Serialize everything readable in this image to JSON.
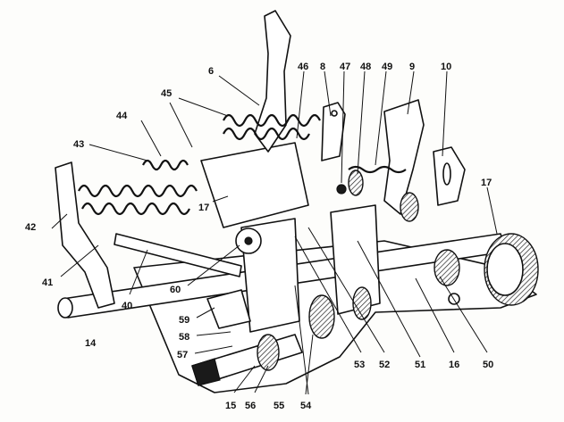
{
  "labels": [
    {
      "id": "l6",
      "text": "6"
    },
    {
      "id": "l45",
      "text": "45"
    },
    {
      "id": "l44",
      "text": "44"
    },
    {
      "id": "l43",
      "text": "43"
    },
    {
      "id": "l46",
      "text": "46"
    },
    {
      "id": "l8",
      "text": "8"
    },
    {
      "id": "l47",
      "text": "47"
    },
    {
      "id": "l48",
      "text": "48"
    },
    {
      "id": "l49",
      "text": "49"
    },
    {
      "id": "l9",
      "text": "9"
    },
    {
      "id": "l10",
      "text": "10"
    },
    {
      "id": "l17a",
      "text": "17"
    },
    {
      "id": "l17b",
      "text": "17"
    },
    {
      "id": "l42",
      "text": "42"
    },
    {
      "id": "l41",
      "text": "41"
    },
    {
      "id": "l40",
      "text": "40"
    },
    {
      "id": "l14",
      "text": "14"
    },
    {
      "id": "l60",
      "text": "60"
    },
    {
      "id": "l59",
      "text": "59"
    },
    {
      "id": "l58",
      "text": "58"
    },
    {
      "id": "l57",
      "text": "57"
    },
    {
      "id": "l15",
      "text": "15"
    },
    {
      "id": "l56",
      "text": "56"
    },
    {
      "id": "l55",
      "text": "55"
    },
    {
      "id": "l54",
      "text": "54"
    },
    {
      "id": "l53",
      "text": "53"
    },
    {
      "id": "l52",
      "text": "52"
    },
    {
      "id": "l51",
      "text": "51"
    },
    {
      "id": "l16",
      "text": "16"
    },
    {
      "id": "l50",
      "text": "50"
    }
  ]
}
